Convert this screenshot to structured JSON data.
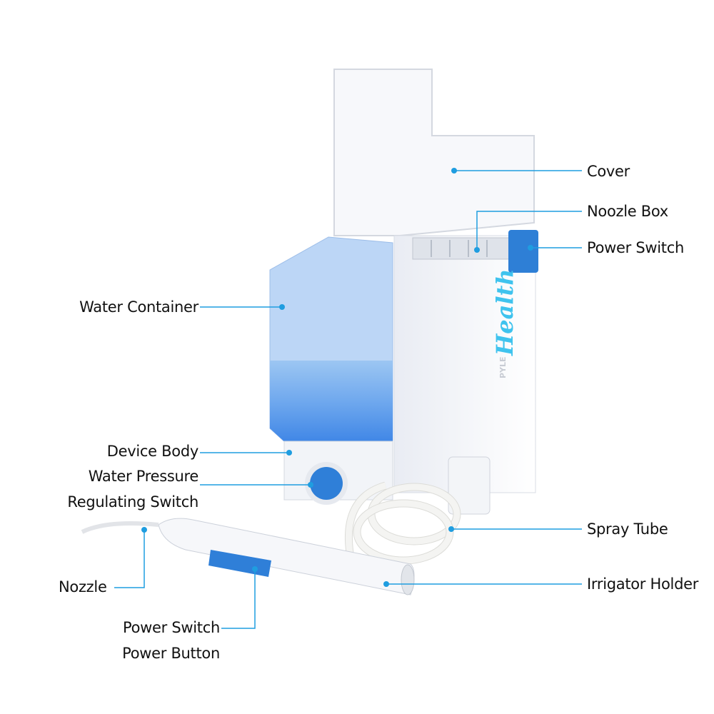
{
  "brand": {
    "small": "PYLE",
    "large": "Health",
    "color": "#3fc3ee"
  },
  "accent_color": "#1f9de0",
  "callouts": {
    "cover": "Cover",
    "noozle_box": "Noozle Box",
    "power_switch_top": "Power Switch",
    "water_container": "Water Container",
    "device_body": "Device Body",
    "pressure_line1": "Water Pressure",
    "pressure_line2": "Regulating Switch",
    "spray_tube": "Spray Tube",
    "irrigator_holder": "Irrigator Holder",
    "nozzle": "Nozzle",
    "power_switch_handle": "Power Switch",
    "power_button": "Power Button"
  }
}
